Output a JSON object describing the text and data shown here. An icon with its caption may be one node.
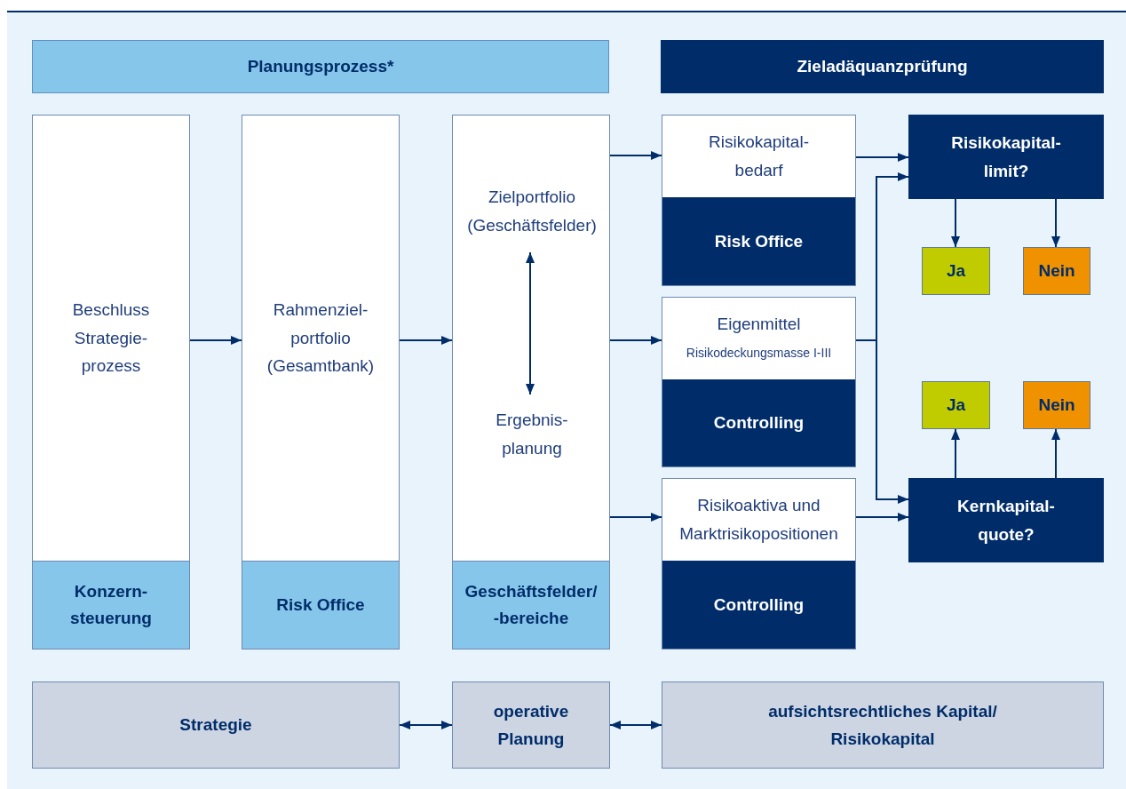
{
  "diagram": {
    "nodes": [
      {
        "text": [
          "Planungsprozess*"
        ]
      },
      {
        "text": [
          "Zieladäquanzprüfung"
        ]
      },
      {
        "text": [
          "Beschluss Strategie- prozess",
          "Konzern- steuerung"
        ]
      },
      {
        "text": [
          "Rahmenziel- portfolio (Gesamtbank)",
          "Risk Office"
        ]
      },
      {
        "text": [
          "Geschäftsfelder/ -bereiche"
        ]
      },
      {
        "text": [
          "Zielportfolio (Geschäftsfelder)"
        ],
        "in": 4
      },
      {
        "text": [
          "Ergebnis- planung"
        ],
        "in": 4
      },
      {
        "text": [
          "Risikokapital- bedarf",
          "Risk Office"
        ]
      },
      {
        "text": [
          "Eigenmittel",
          "Risikodeckungsmasse I-III",
          "Controlling"
        ]
      },
      {
        "text": [
          "Risikoaktiva und Marktrisikopositionen",
          "Controlling"
        ]
      },
      {
        "text": [
          "Risikokapital- limit?"
        ]
      },
      {
        "text": [
          "Ja"
        ]
      },
      {
        "text": [
          "Nein"
        ]
      },
      {
        "text": [
          "Ja"
        ]
      },
      {
        "text": [
          "Nein"
        ]
      },
      {
        "text": [
          "Kernkapital- quote?"
        ]
      },
      {
        "text": [
          "Strategie"
        ]
      },
      {
        "text": [
          "operative Planung"
        ]
      },
      {
        "text": [
          "aufsichtsrechtliches Kapital/ Risikokapital"
        ]
      }
    ],
    "edges": [
      {
        "from": 2,
        "to": 3,
        "arrow": "to"
      },
      {
        "from": 3,
        "to": 4,
        "arrow": "to"
      },
      {
        "from": 5,
        "to": 6,
        "arrow": "both"
      },
      {
        "from": 4,
        "to": 7,
        "arrow": "to"
      },
      {
        "from": 4,
        "to": 8,
        "arrow": "to"
      },
      {
        "from": 4,
        "to": 9,
        "arrow": "to"
      },
      {
        "from": 7,
        "to": 10,
        "arrow": "to"
      },
      {
        "from": 8,
        "to": 10,
        "arrow": "to"
      },
      {
        "from": 8,
        "to": 15,
        "arrow": "to"
      },
      {
        "from": 9,
        "to": 15,
        "arrow": "to"
      },
      {
        "from": 10,
        "to": 11,
        "arrow": "to"
      },
      {
        "from": 10,
        "to": 12,
        "arrow": "to"
      },
      {
        "from": 15,
        "to": 13,
        "arrow": "to"
      },
      {
        "from": 15,
        "to": 14,
        "arrow": "to"
      },
      {
        "from": 16,
        "to": 17,
        "arrow": "both"
      },
      {
        "from": 17,
        "to": 18,
        "arrow": "both"
      }
    ]
  }
}
